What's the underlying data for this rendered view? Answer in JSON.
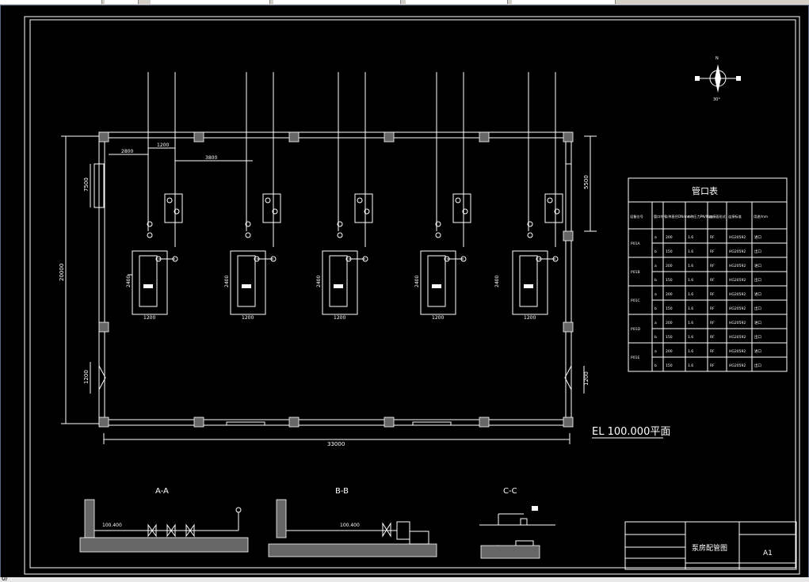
{
  "plan_title": "EL 100.000平面",
  "sections": [
    "A-A",
    "B-B",
    "C-C"
  ],
  "section_levels": {
    "aa": "100.400",
    "bb": "100.400"
  },
  "dimensions": {
    "overall_width": "33000",
    "overall_height": "20000",
    "left_upper": "7500",
    "right_upper": "5500",
    "left_lower": "1200",
    "right_lower": "1200",
    "top_a": "2800",
    "top_b": "1200",
    "top_c": "3800",
    "pump_h": "2400",
    "pump_w": "1200"
  },
  "nozzle_table": {
    "title": "管口表",
    "headers": [
      "设备位号",
      "管口符号",
      "公称直径DN/mm",
      "公称压力PN/Mpa",
      "连接面形式",
      "连接标准",
      "用途/mm"
    ],
    "rows": [
      [
        "P01A",
        "a",
        "200",
        "1.6",
        "RF",
        "HG20592",
        "进口"
      ],
      [
        "",
        "b",
        "150",
        "1.6",
        "RF",
        "HG20592",
        "出口"
      ],
      [
        "P01B",
        "a",
        "200",
        "1.6",
        "RF",
        "HG20592",
        "进口"
      ],
      [
        "",
        "b",
        "150",
        "1.6",
        "RF",
        "HG20592",
        "出口"
      ],
      [
        "P01C",
        "a",
        "200",
        "1.6",
        "RF",
        "HG20592",
        "进口"
      ],
      [
        "",
        "b",
        "150",
        "1.6",
        "RF",
        "HG20592",
        "出口"
      ],
      [
        "P01D",
        "a",
        "200",
        "1.6",
        "RF",
        "HG20592",
        "进口"
      ],
      [
        "",
        "b",
        "150",
        "1.6",
        "RF",
        "HG20592",
        "出口"
      ],
      [
        "P01E",
        "a",
        "200",
        "1.6",
        "RF",
        "HG20592",
        "进口"
      ],
      [
        "",
        "b",
        "150",
        "1.6",
        "RF",
        "HG20592",
        "出口"
      ]
    ]
  },
  "title_block": {
    "drawing_name": "泵房配管图",
    "sheet_size": "A1"
  },
  "compass": {
    "north": "N",
    "angle": "30°"
  },
  "status_text": "0/"
}
